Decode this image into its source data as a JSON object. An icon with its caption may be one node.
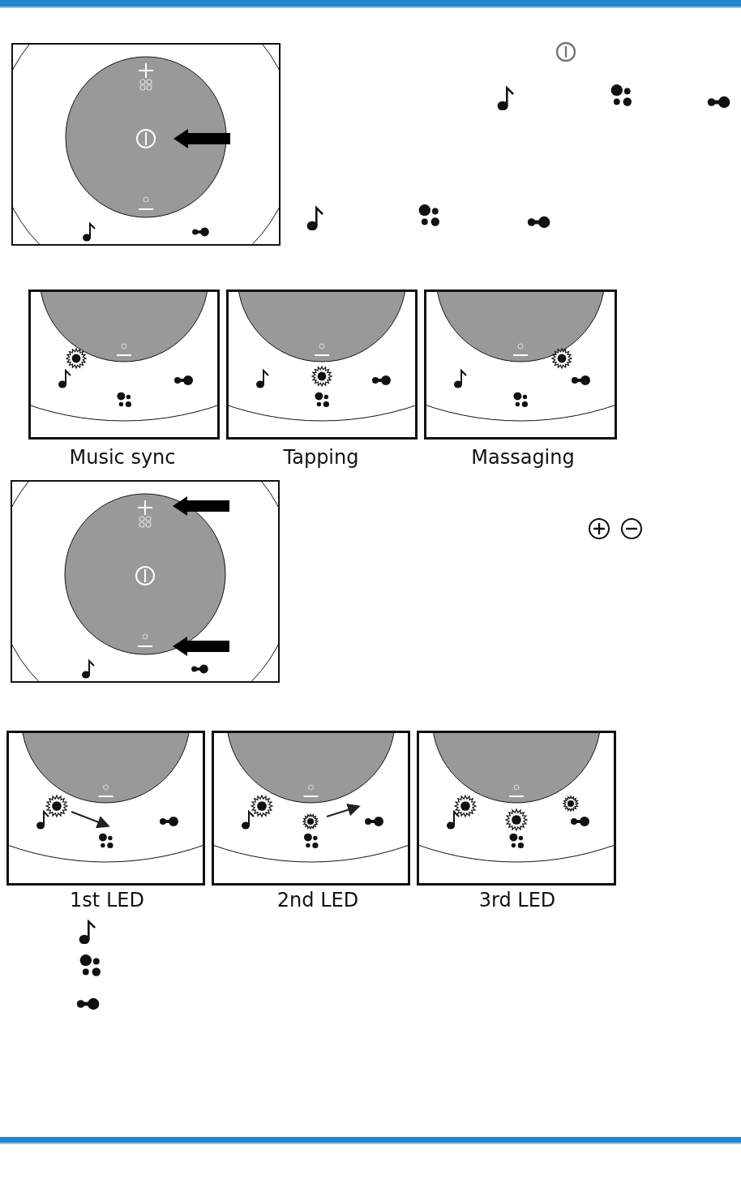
{
  "diagram": {
    "labels": [
      "Music sync",
      "Tapping",
      "Massaging",
      "1st LED",
      "2nd LED",
      "3rd LED"
    ]
  }
}
